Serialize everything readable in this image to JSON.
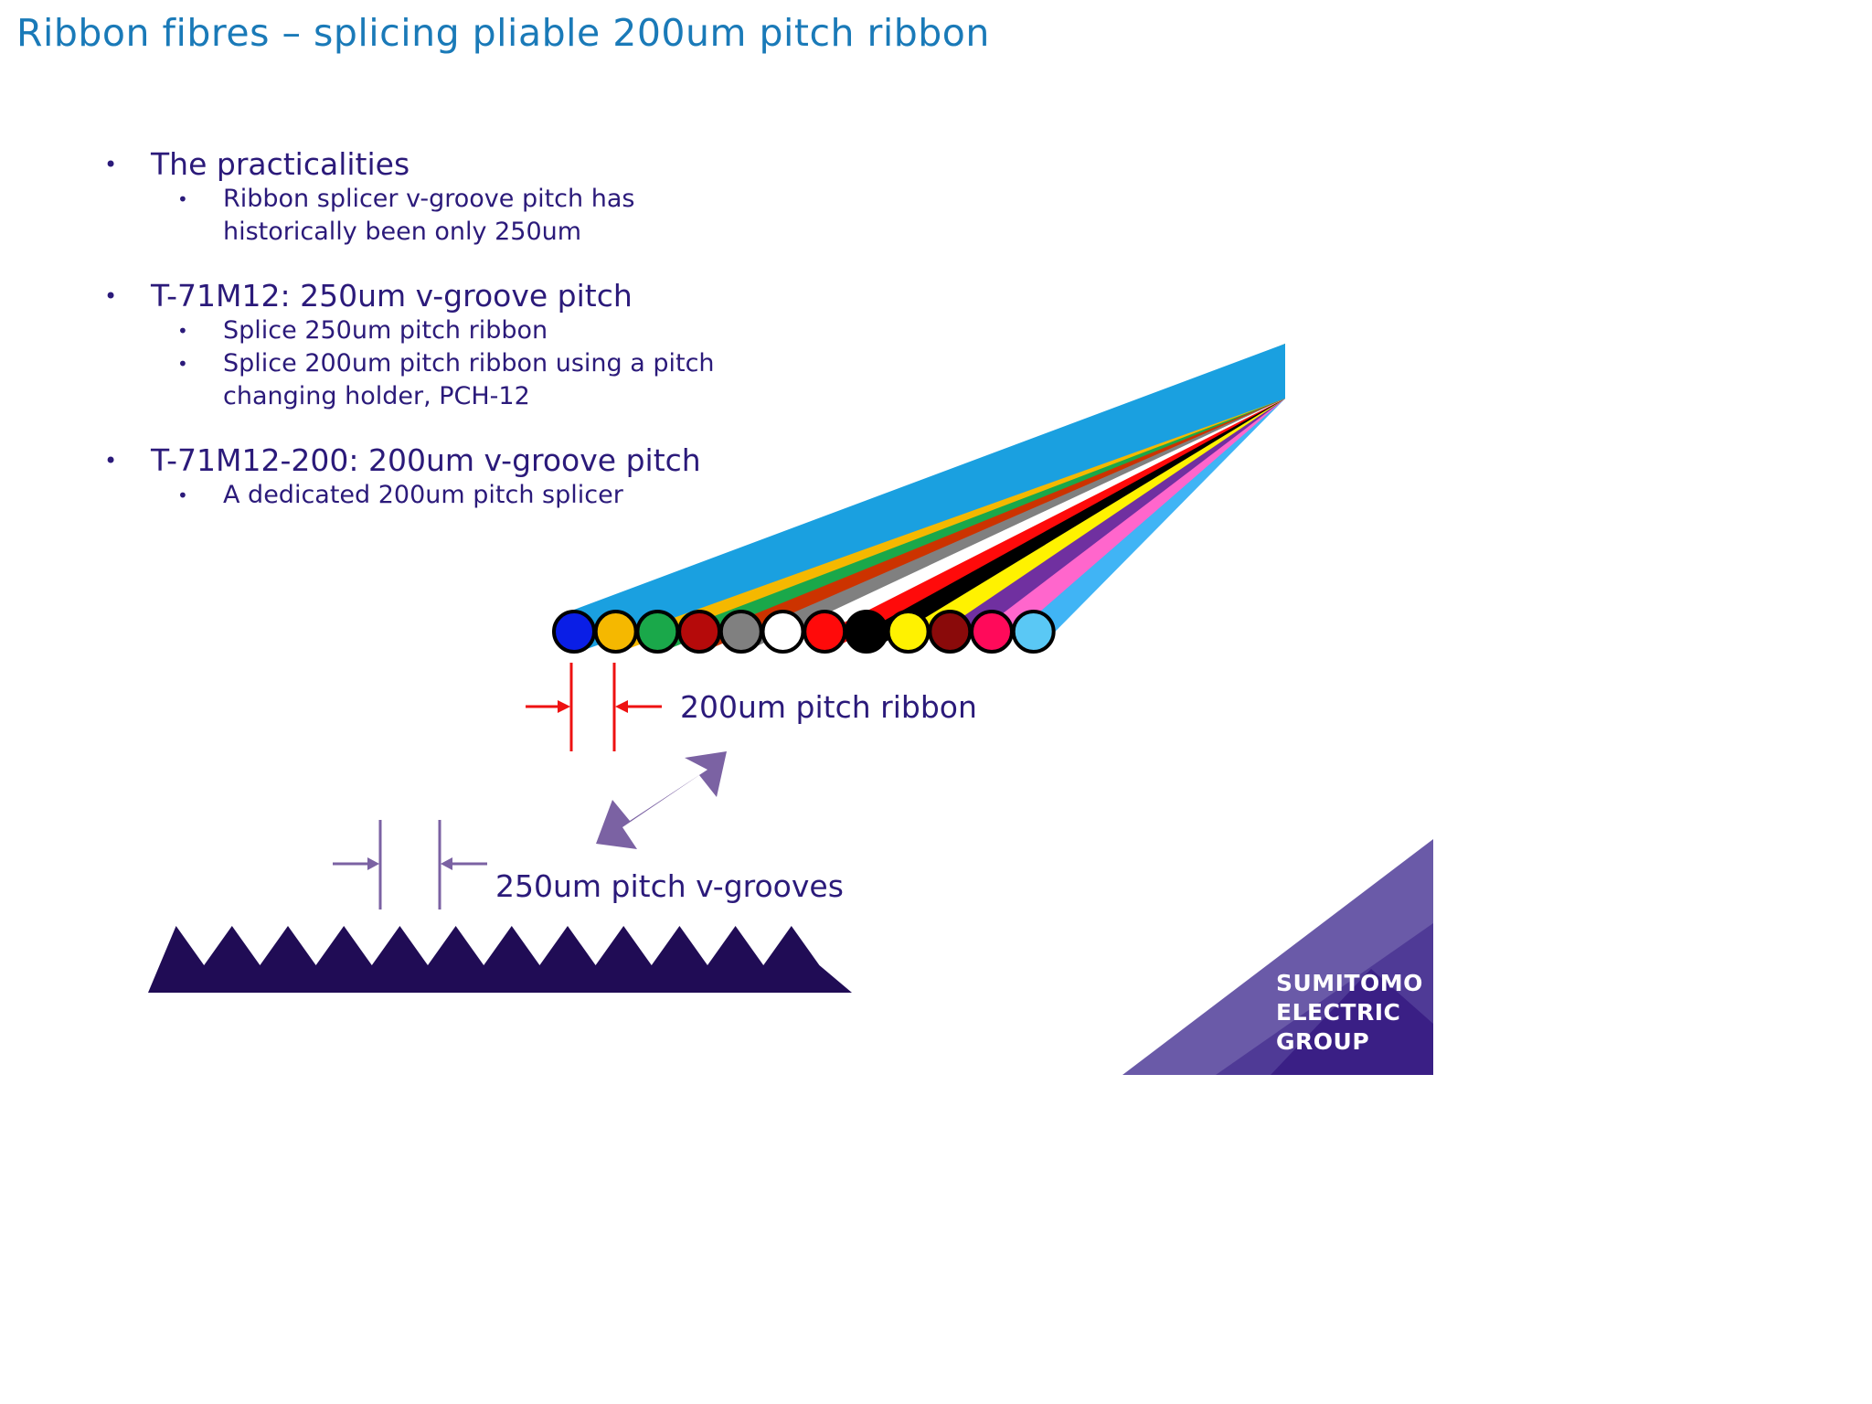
{
  "title": "Ribbon fibres – splicing pliable 200um pitch ribbon",
  "bullets": [
    {
      "text": "The practicalities",
      "sub": [
        "Ribbon splicer v-groove pitch has historically been only 250um"
      ]
    },
    {
      "text": "T-71M12: 250um v-groove pitch",
      "sub": [
        "Splice 250um pitch ribbon",
        "Splice 200um pitch ribbon using a pitch changing holder, PCH-12"
      ]
    },
    {
      "text": "T-71M12-200: 200um v-groove pitch",
      "sub": [
        "A dedicated 200um pitch splicer"
      ]
    }
  ],
  "diagram": {
    "ribbon_label": "200um pitch ribbon",
    "vgroove_label": "250um pitch v-grooves",
    "fiber_colors": [
      "#0a1ee6",
      "#f5b800",
      "#1aa84a",
      "#b50a0a",
      "#808080",
      "#ffffff",
      "#ff0a0a",
      "#000000",
      "#fff200",
      "#8a0a0a",
      "#ff0a5a",
      "#5ac8f5"
    ],
    "stripe_colors": [
      "#1aa0e0",
      "#f5b800",
      "#1aa84a",
      "#cc3300",
      "#808080",
      "#ffffff",
      "#ff0a0a",
      "#000000",
      "#fff200",
      "#7030a0",
      "#ff66cc",
      "#40b4f5"
    ],
    "red_accent": "#ee1111",
    "purple_accent": "#7b62a3",
    "groove_color": "#200c55"
  },
  "logo": {
    "lines": [
      "SUMITOMO",
      "ELECTRIC",
      "GROUP"
    ]
  }
}
